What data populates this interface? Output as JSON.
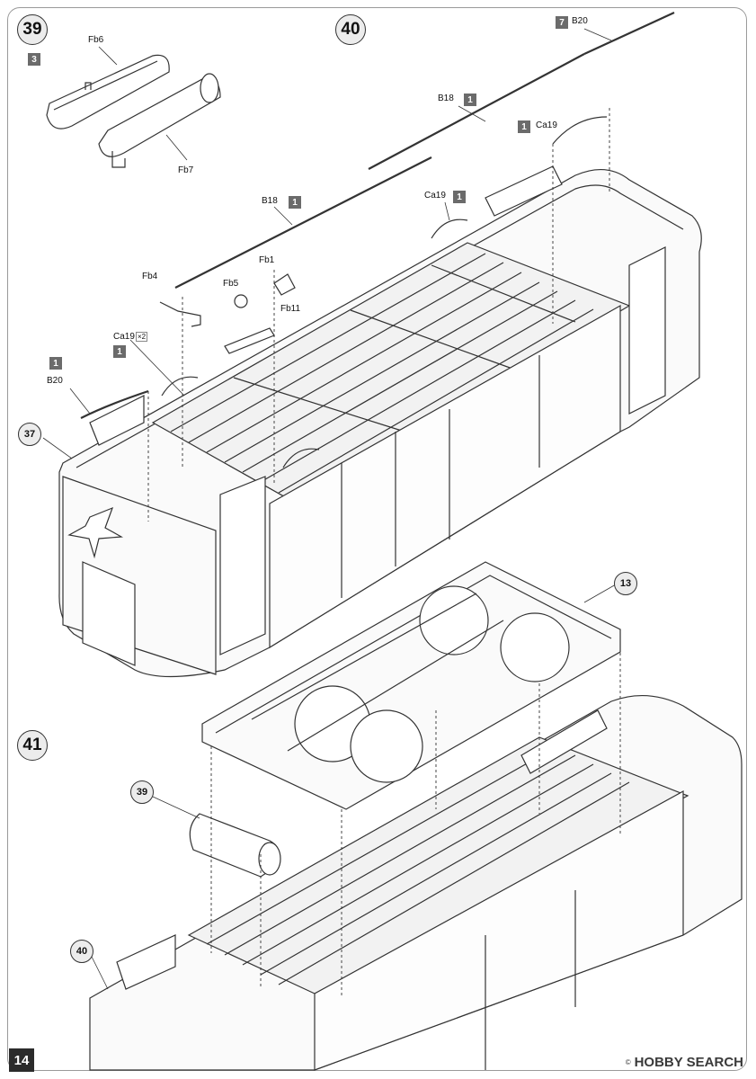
{
  "page_number": "14",
  "watermark": {
    "brand": "HOBBY SEARCH",
    "mark": "©"
  },
  "steps": {
    "s39": "39",
    "s40": "40",
    "s41": "41"
  },
  "callouts": {
    "c37": "37",
    "c13": "13",
    "c39": "39",
    "c40": "40"
  },
  "parts": [
    {
      "label": "Fb6",
      "qty": "3"
    },
    {
      "label": "Fb7",
      "qty": ""
    },
    {
      "label": "B20",
      "qty": "7"
    },
    {
      "label": "B18",
      "qty": "1"
    },
    {
      "label": "Ca19",
      "qty": "1"
    },
    {
      "label": "B18",
      "qty": "1"
    },
    {
      "label": "Ca19",
      "qty": "1"
    },
    {
      "label": "Fb1",
      "qty": ""
    },
    {
      "label": "Fb4",
      "qty": ""
    },
    {
      "label": "Fb5",
      "qty": ""
    },
    {
      "label": "Fb11",
      "qty": ""
    },
    {
      "label": "Ca19",
      "qty": "1"
    },
    {
      "label": "B20",
      "qty": "1"
    }
  ],
  "ca19_x2": "×2"
}
